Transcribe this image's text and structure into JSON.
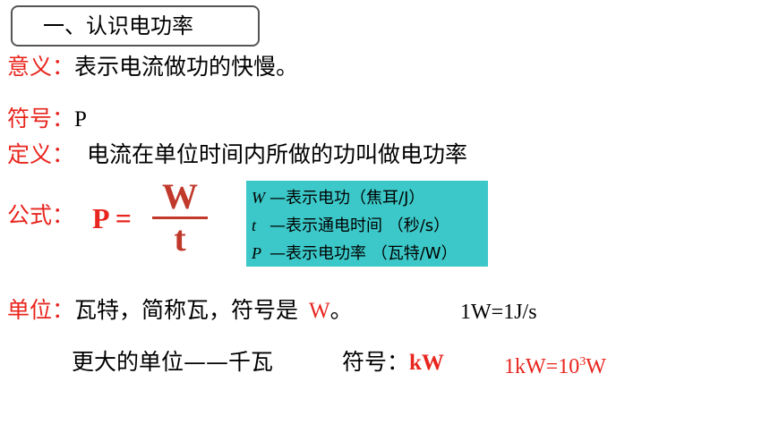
{
  "section": {
    "title": "一、认识电功率"
  },
  "meaning": {
    "label": "意义：",
    "text": "表示电流做功的快慢。"
  },
  "symbol": {
    "label": "符号：",
    "value": "P"
  },
  "definition": {
    "label": "定义：",
    "text": "电流在单位时间内所做的功叫做电功率"
  },
  "formula": {
    "label": "公式：",
    "lhs": "P =",
    "numerator": "W",
    "denominator": "t",
    "legend": [
      {
        "var": "W",
        "text": "—表示电功（焦耳/J）"
      },
      {
        "var": "t",
        "text": "—表示通电时间 （秒/s）"
      },
      {
        "var": "P",
        "text": "—表示电功率 （瓦特/W）"
      }
    ]
  },
  "unit": {
    "label": "单位：",
    "text": "瓦特，简称瓦，符号是",
    "symbol": "W",
    "end": "。",
    "relation": "1W=1J/s"
  },
  "larger_unit": {
    "text": "更大的单位——千瓦",
    "symbol_label": "符号：",
    "symbol": "kW",
    "relation_base": "1kW=10",
    "relation_exp": "3",
    "relation_unit": "W"
  },
  "colors": {
    "accent": "#e8251e",
    "legend_bg": "#3cc8c8"
  }
}
